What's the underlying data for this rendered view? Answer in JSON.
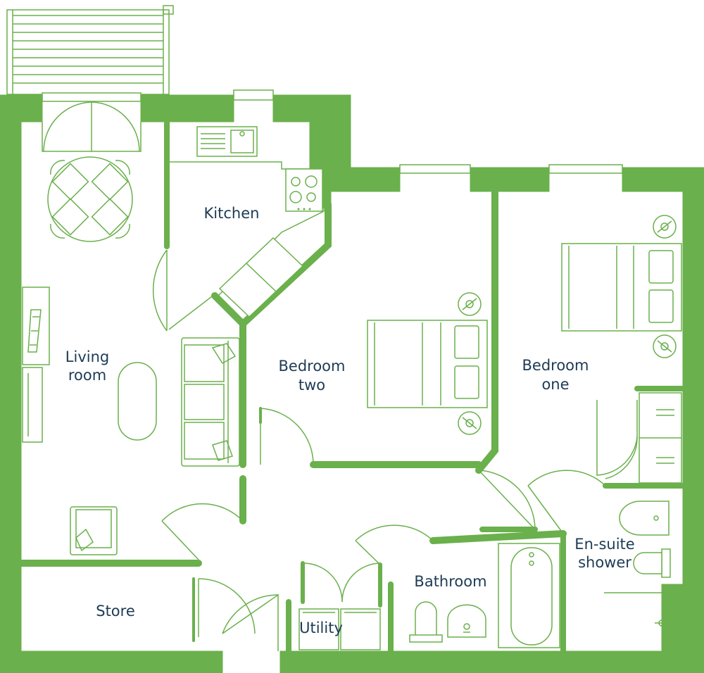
{
  "plan": {
    "wall_color": "#6ab04c",
    "label_color": "#1d3b55",
    "rooms": {
      "living_room": [
        "Living",
        "room"
      ],
      "kitchen": "Kitchen",
      "bedroom_two": [
        "Bedroom",
        "two"
      ],
      "bedroom_one": [
        "Bedroom",
        "one"
      ],
      "bathroom": "Bathroom",
      "ensuite": [
        "En-suite",
        "shower"
      ],
      "store": "Store",
      "utility": "Utility"
    },
    "icons": [
      "balcony-icon",
      "dining-table-icon",
      "sofa-icon",
      "armchair-icon",
      "tv-unit-icon",
      "coffee-table-icon",
      "sink-icon",
      "hob-icon",
      "double-bed-icon",
      "bedside-lamp-icon",
      "wardrobe-icon",
      "bath-icon",
      "toilet-icon",
      "basin-icon",
      "shower-icon",
      "washing-machine-icon",
      "door-swing-icon",
      "window-icon"
    ]
  }
}
